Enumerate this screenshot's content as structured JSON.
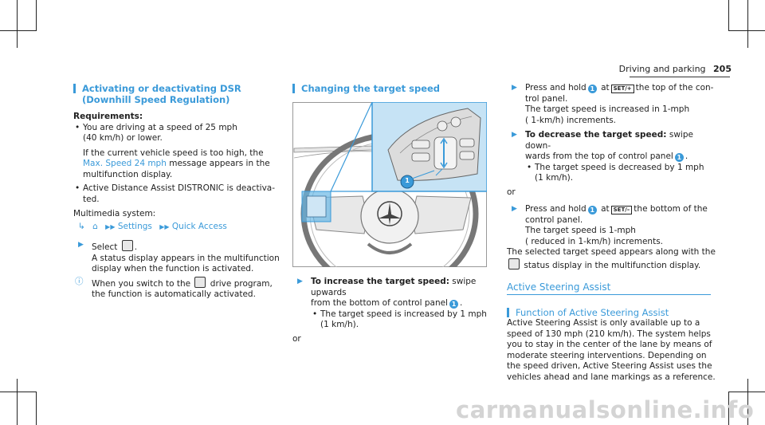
{
  "header": {
    "section": "Driving and parking",
    "page": "205"
  },
  "left": {
    "heading": "Activating or deactivating DSR (Downhill Speed Regulation)",
    "requirements_label": "Requirements:",
    "req1_a": "You are driving at a speed of 25 mph",
    "req1_b": "(40 km/h) or lower.",
    "req1_c": "If the current vehicle speed is too high, the",
    "req1_msg": "Max. Speed 24 mph",
    "req1_d": "message appears in the",
    "req1_e": "multifunction display.",
    "req2_a": "Active Distance Assist DISTRONIC is deactiva-",
    "req2_b": "ted.",
    "multimedia": "Multimedia system:",
    "path_settings": "Settings",
    "path_quick": "Quick Access",
    "select": "Select",
    "status_a": "A status display appears in the multifunction",
    "status_b": "display when the function is activated.",
    "note_a": "When you switch to the",
    "note_b": "drive program,",
    "note_c": "the function is automatically activated."
  },
  "middle": {
    "heading": "Changing the target speed",
    "callout_num": "1",
    "inc_label": "To increase the target speed:",
    "inc_a": "swipe upwards",
    "inc_b": "from the bottom of control panel",
    "inc_bullet_a": "The target speed is increased by 1 mph",
    "inc_bullet_b": "(1 km/h).",
    "or": "or"
  },
  "right": {
    "press1_a": "Press and hold",
    "press1_b": "at",
    "press1_c": "the top of the con-",
    "press1_d": "trol panel.",
    "press1_e": "The target speed is increased in 1-mph",
    "press1_f": "( 1-km/h) increments.",
    "dec_label": "To decrease the target speed:",
    "dec_a": "swipe down-",
    "dec_b": "wards from the top of control panel",
    "dec_bullet_a": "The target speed is decreased by 1 mph",
    "dec_bullet_b": "(1 km/h).",
    "or": "or",
    "press2_a": "Press and hold",
    "press2_b": "at",
    "press2_c": "the bottom of the",
    "press2_d": "control panel.",
    "press2_e": "The target speed is 1-mph",
    "press2_f": "( reduced in 1-km/h) increments.",
    "sel_a": "The selected target speed appears along with the",
    "sel_b": "status display in the multifunction display.",
    "section_title": "Active Steering Assist",
    "fn_heading": "Function of Active Steering Assist",
    "p1": "Active Steering Assist is only available up to a",
    "p2": "speed of 130 mph (210 km/h). The system helps",
    "p3": "you to stay in the center of the lane by means of",
    "p4": "moderate steering interventions. Depending on",
    "p5": "the speed driven, Active Steering Assist uses the",
    "p6": "vehicles ahead and lane markings as a reference."
  },
  "set_plus": "SET/+",
  "set_minus": "SET/–",
  "watermark": "carmanualsonline.info"
}
